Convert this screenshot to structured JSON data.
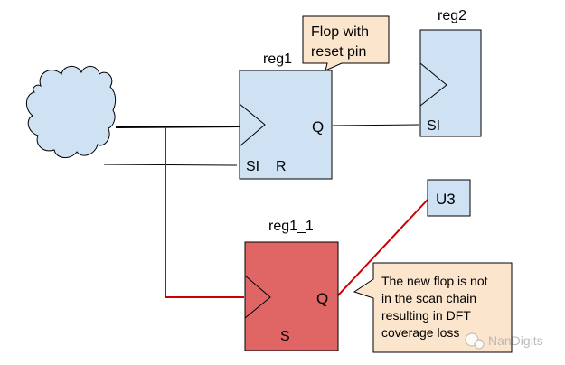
{
  "cloud": {
    "label": ""
  },
  "reg1": {
    "name": "reg1",
    "pins": {
      "q": "Q",
      "si": "SI",
      "r": "R"
    }
  },
  "reg2": {
    "name": "reg2",
    "pins": {
      "si": "SI"
    }
  },
  "reg1_1": {
    "name": "reg1_1",
    "pins": {
      "q": "Q",
      "s": "S"
    }
  },
  "u3": {
    "name": "U3"
  },
  "callout_top": {
    "lines": [
      "Flop with",
      "reset pin"
    ]
  },
  "callout_bottom": {
    "lines": [
      "The new flop is not",
      "in the scan chain",
      "resulting in DFT",
      "coverage loss"
    ]
  },
  "watermark": {
    "text": "NanDigits"
  },
  "colors": {
    "cell_fill": "#cfe2f3",
    "new_cell_fill": "#e06666",
    "callout_fill": "#fce5cd",
    "red_wire": "#cc0000"
  }
}
